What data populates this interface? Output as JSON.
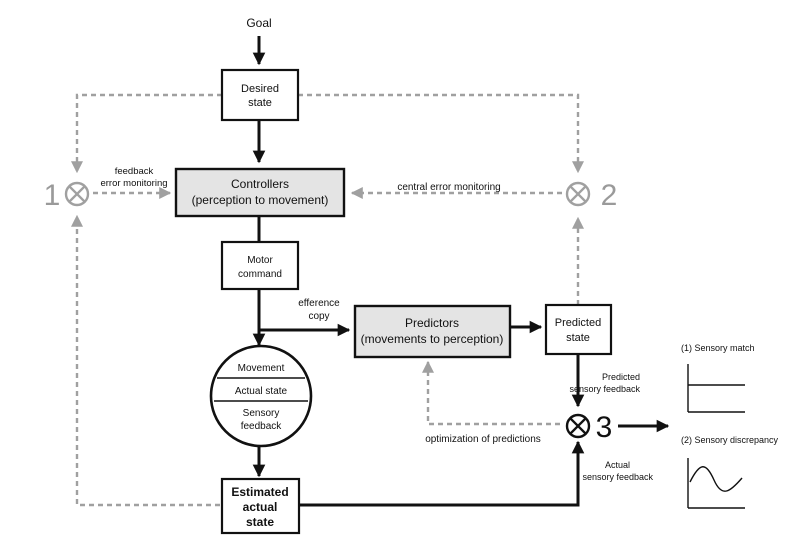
{
  "goal": "Goal",
  "desired_state": [
    "Desired",
    "state"
  ],
  "controllers": [
    "Controllers",
    "(perception to movement)"
  ],
  "motor_command": [
    "Motor",
    "command"
  ],
  "efference_copy": [
    "efference",
    "copy"
  ],
  "predictors": [
    "Predictors",
    "(movements to perception)"
  ],
  "predicted_state": [
    "Predicted",
    "state"
  ],
  "body_circle": {
    "movement": "Movement",
    "actual_state": "Actual state",
    "sensory_feedback": [
      "Sensory",
      "feedback"
    ]
  },
  "estimated_actual_state": [
    "Estimated",
    "actual",
    "state"
  ],
  "feedback_error_monitoring": [
    "feedback",
    "error monitoring"
  ],
  "central_error_monitoring": "central error monitoring",
  "optimization_of_predictions": "optimization of predictions",
  "predicted_sensory_feedback": [
    "Predicted",
    "sensory feedback"
  ],
  "actual_sensory_feedback": [
    "Actual",
    "sensory feedback"
  ],
  "comparators": {
    "c1": "1",
    "c2": "2",
    "c3": "3"
  },
  "sensory_match": "(1) Sensory match",
  "sensory_discrepancy": "(2) Sensory discrepancy"
}
